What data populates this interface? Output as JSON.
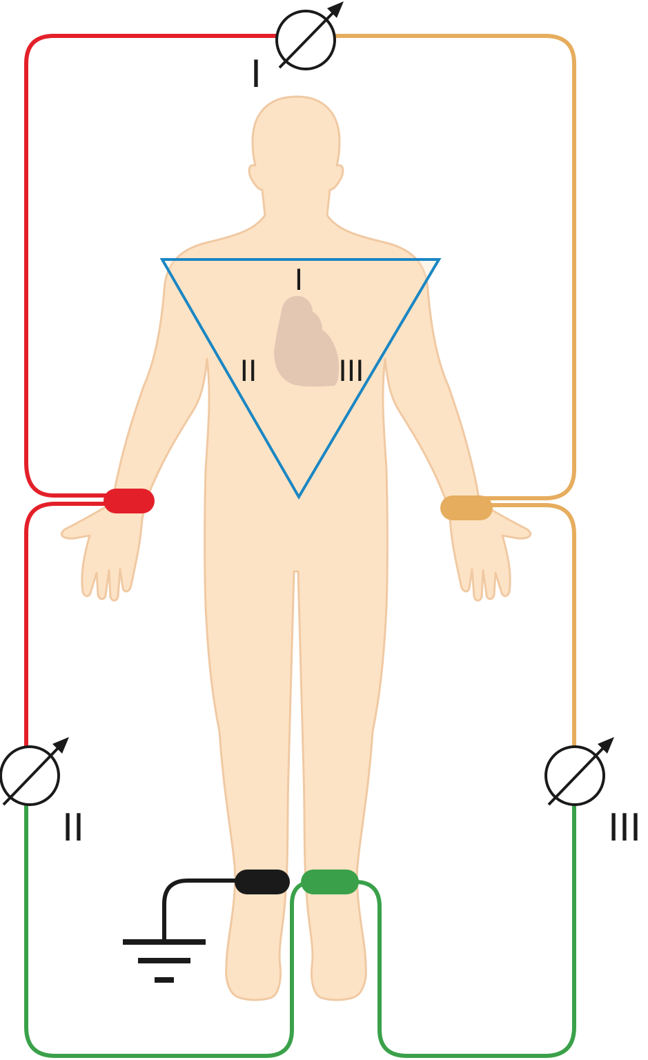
{
  "diagram": {
    "labels": {
      "lead_top": "I",
      "lead_left": "II",
      "lead_right": "III",
      "triangle_top": "I",
      "triangle_left": "II",
      "triangle_right": "III"
    },
    "colors": {
      "right_arm": "#e3202a",
      "left_arm": "#e6ad5e",
      "left_leg": "#3aa14a",
      "right_leg_ground": "#1a1a1a",
      "triangle": "#1a86c3",
      "body": "#fde3c5",
      "body_outline": "#f0c9a3",
      "heart": "#d8b9aa"
    },
    "icons": [
      "galvanometer-icon",
      "ground-icon"
    ]
  }
}
